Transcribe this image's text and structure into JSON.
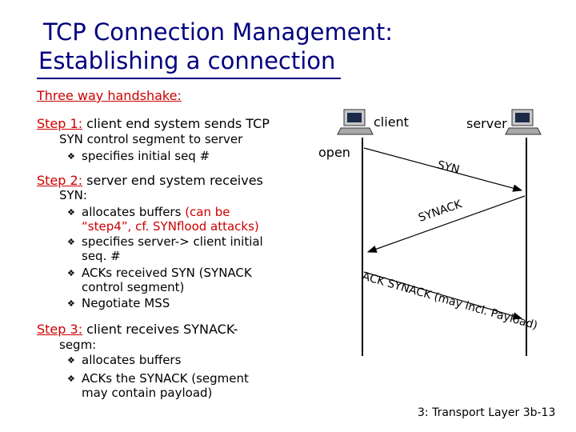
{
  "title": {
    "line1": "TCP Connection Management:",
    "line2": "Establishing a connection"
  },
  "handshake_heading": "Three way handshake:",
  "step1": {
    "label": "Step 1:",
    "text_a": " client end system sends TCP",
    "text_b": "SYN control segment to server",
    "bullets": [
      "specifies initial seq #"
    ]
  },
  "step2": {
    "label": "Step 2:",
    "text_a": " server end system receives",
    "text_b": "SYN:",
    "bullet1_a": "allocates buffers ",
    "bullet1_red_a": "(can be",
    "bullet1_red_b": "“step4”, cf. SYNflood attacks)",
    "bullet2_a": "specifies server-> client initial",
    "bullet2_b": "seq. #",
    "bullet3_a": "ACKs received SYN (SYNACK",
    "bullet3_b": "control segment)",
    "bullet4": "Negotiate MSS"
  },
  "step3": {
    "label": "Step 3:",
    "text_a": " client receives SYNACK-",
    "text_b": "segm:",
    "bullet1": "allocates buffers",
    "bullet2_a": "ACKs the SYNACK (segment",
    "bullet2_b": "may contain payload)"
  },
  "diagram": {
    "client_label": "client",
    "server_label": "server",
    "open_label": "open",
    "syn_label": "SYN",
    "synack_label": "SYNACK",
    "ack_label": "ACK SYNACK (may incl. Payload)",
    "icons": [
      "computer-icon",
      "computer-icon"
    ]
  },
  "footer": "3: Transport Layer 3b-13"
}
